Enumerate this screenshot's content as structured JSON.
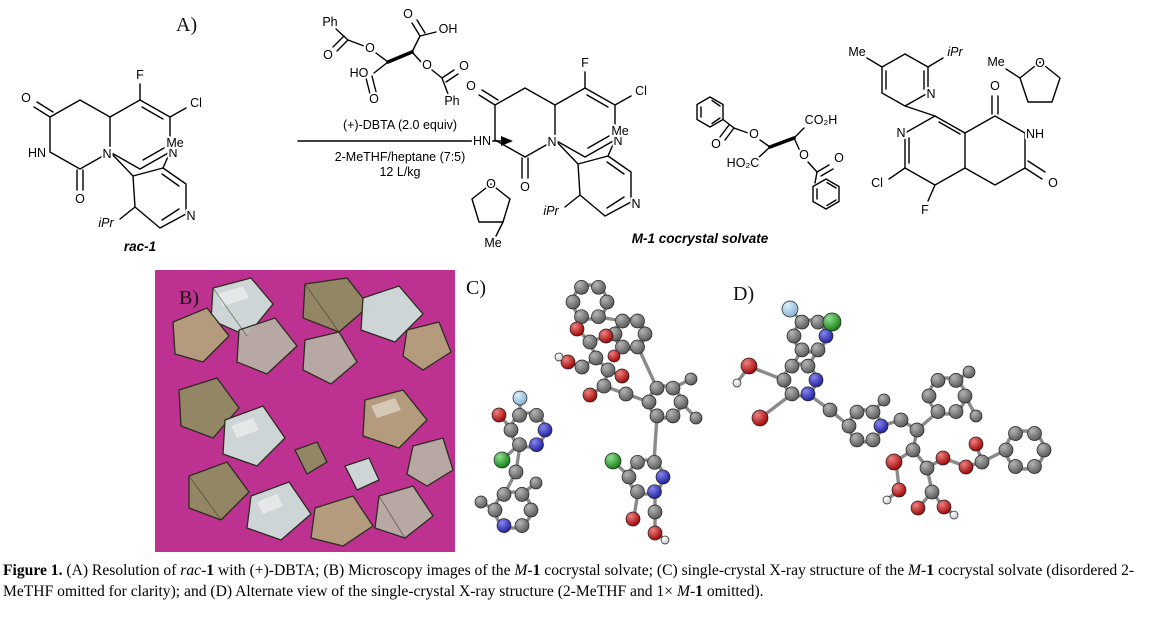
{
  "panels": {
    "a": "A)",
    "b": "B)",
    "c": "C)",
    "d": "D)"
  },
  "scheme": {
    "reactant_name": "rac-1",
    "product_name": "M-1 cocrystal solvate",
    "conditions": {
      "line1": "(+)-DBTA (2.0 equiv)",
      "line2": "2-MeTHF/heptane (7:5)",
      "line3": "12 L/kg"
    },
    "atoms": {
      "f": "F",
      "cl": "Cl",
      "n": "N",
      "o": "O",
      "hn": "HN",
      "nh": "NH",
      "me": "Me",
      "ipr": "iPr",
      "ph": "Ph",
      "oh": "OH",
      "ho": "HO",
      "co2h": "CO₂H",
      "ho2c": "HO₂C"
    }
  },
  "caption": {
    "segments": [
      {
        "t": "Figure 1.",
        "b": true
      },
      {
        "t": " (A) Resolution of "
      },
      {
        "t": "rac",
        "i": true
      },
      {
        "t": "-"
      },
      {
        "t": "1",
        "b": true
      },
      {
        "t": " with (+)-DBTA; (B) Microscopy images of the "
      },
      {
        "t": "M",
        "i": true
      },
      {
        "t": "-"
      },
      {
        "t": "1",
        "b": true
      },
      {
        "t": " cocrystal solvate; (C) single-crystal X-ray structure of the "
      },
      {
        "t": "M",
        "i": true
      },
      {
        "t": "-"
      },
      {
        "t": "1",
        "b": true
      },
      {
        "t": " cocrystal solvate (disordered 2-MeTHF omitted for clarity); and (D) Alternate view of the single-crystal X-ray structure (2-MeTHF and 1× "
      },
      {
        "t": "M",
        "i": true
      },
      {
        "t": "-"
      },
      {
        "t": "1",
        "b": true
      },
      {
        "t": " omitted)."
      }
    ]
  },
  "colors": {
    "microscopy-bg": "#bd3191",
    "crystal-cyan": "#cfe3dc",
    "crystal-tan": "#b4a47c",
    "crystal-olive": "#8f8d62",
    "crystal-gray": "#b7b2a6",
    "bond": "#8a8a8a",
    "carbon": "#6f6f6f",
    "oxygen": "#c00000",
    "nitrogen": "#2626b0",
    "chlorine": "#1e8f1e",
    "fluorine": "#a8cfe8",
    "hydrogen": "#f2f2f2"
  }
}
